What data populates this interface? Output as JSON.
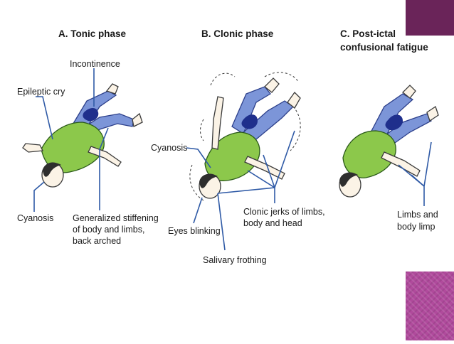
{
  "panels": [
    {
      "title": "A. Tonic phase",
      "labels": {
        "incontinence": "Incontinence",
        "epileptic_cry": "Epileptic cry",
        "cyanosis": "Cyanosis",
        "stiffening_1": "Generalized stiffening",
        "stiffening_2": "of body and limbs,",
        "stiffening_3": "back arched"
      }
    },
    {
      "title": "B. Clonic phase",
      "labels": {
        "cyanosis": "Cyanosis",
        "jerks_1": "Clonic jerks of limbs,",
        "jerks_2": "body and head",
        "eyes": "Eyes blinking",
        "frothing": "Salivary frothing"
      }
    },
    {
      "title_1": "C. Post-ictal",
      "title_2": "confusional fatigue",
      "labels": {
        "limp_1": "Limbs and",
        "limp_2": "body limp"
      }
    }
  ],
  "colors": {
    "shirt": "#8cc84b",
    "pants": "#7c95d8",
    "leader_lines": "#2f5aa6",
    "deco_top": "#6a2459",
    "deco_bottom": "#b04a9c"
  }
}
